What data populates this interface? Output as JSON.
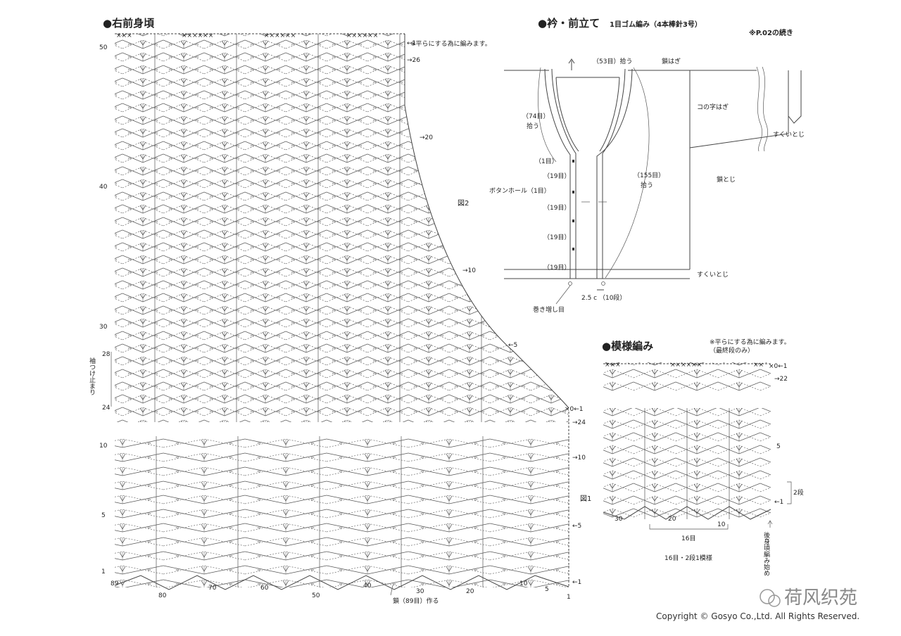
{
  "right_front": {
    "title": "●右前身頃",
    "note_flat": "※平らにする為に編みます。",
    "fig1": "図1",
    "fig2": "図2",
    "sleeve_stop": "袖つけ止まり",
    "chain_start": "鎖（89目）作る",
    "upper_left_rows": [
      "50",
      "40",
      "30",
      "28",
      "24"
    ],
    "upper_right_rows": [
      "←1",
      "→26",
      "→20",
      "→10",
      "←5",
      "×0←1",
      "→24"
    ],
    "lower_left_rows": [
      "10",
      "5",
      "1"
    ],
    "lower_right_rows": [
      "→10",
      "←5",
      "←1"
    ],
    "bottom_ticks": [
      "89",
      "80",
      "70",
      "60",
      "50",
      "40",
      "30",
      "20",
      "10",
      "5",
      "1"
    ]
  },
  "collar": {
    "title": "●衿・前立て",
    "spec": "1目ゴム編み（4本棒針3号）",
    "continued": "※P.02の続き",
    "pick_53": "（53目）拾う",
    "chain_join": "鎖はぎ",
    "pick_74": "（74目）",
    "pick_74b": "拾う",
    "ko_join": "コの字はぎ",
    "slip_join": "すくいとじ",
    "chain_close": "鎖とじ",
    "pick_155": "（155目）",
    "pick_155b": "拾う",
    "intervals": [
      "（1目）",
      "（19目）",
      "ボタンホール（1目）",
      "（19目）",
      "（19目）",
      "（19目）"
    ],
    "slip_join2": "すくいとじ",
    "width": "2.5 c （10段）",
    "cast_on": "巻き増し目"
  },
  "pattern": {
    "title": "●模様編み",
    "note_flat": "※平らにする為に編みます。",
    "note_last": "（最終段のみ）",
    "right_rows": [
      "×0←1",
      "→22",
      "5",
      "←1"
    ],
    "two_rows": "2段",
    "bottom_ticks": [
      "30",
      "20",
      "10"
    ],
    "repeat_16": "16目",
    "repeat_spec": "16目・2段1模様",
    "back_start": "後身頃編み始め"
  },
  "watermark": "荷风织苑",
  "copyright": "Copyright © Gosyo Co.,Ltd. All Rights Reserved."
}
